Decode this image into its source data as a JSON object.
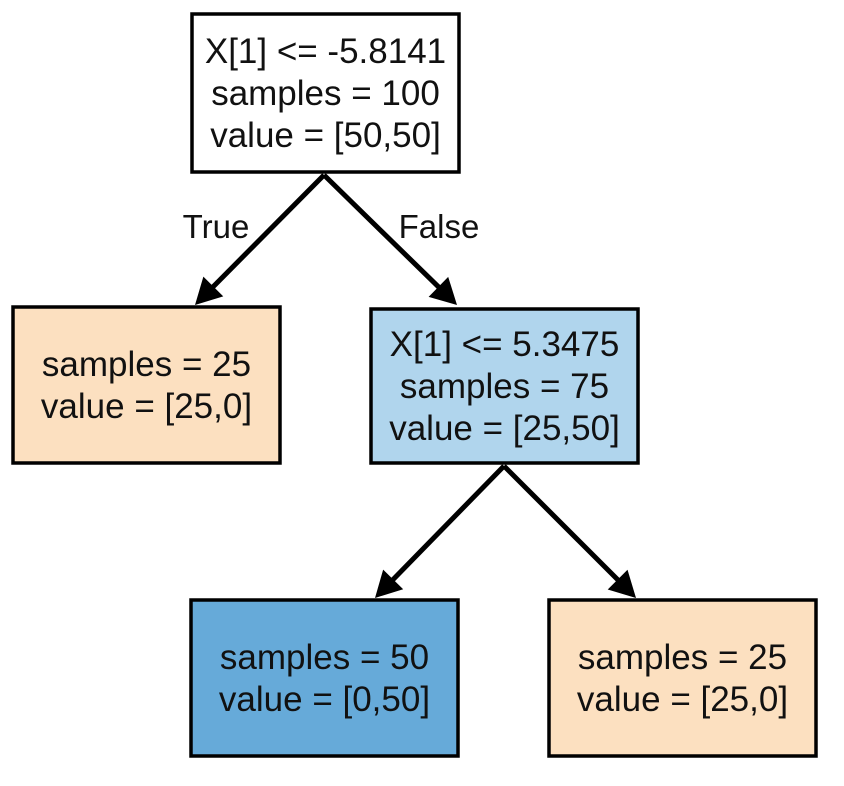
{
  "tree": {
    "nodes": [
      {
        "id": "root",
        "lines": [
          "X[1] <= -5.8141",
          "samples = 100",
          "value = [50,50]"
        ],
        "fill": "#ffffff"
      },
      {
        "id": "left-leaf",
        "lines": [
          "samples = 25",
          "value = [25,0]"
        ],
        "fill": "#fce0c0"
      },
      {
        "id": "right-split",
        "lines": [
          "X[1] <= 5.3475",
          "samples = 75",
          "value = [25,50]"
        ],
        "fill": "#b0d5ed"
      },
      {
        "id": "bottom-left-leaf",
        "lines": [
          "samples = 50",
          "value = [0,50]"
        ],
        "fill": "#66aad9"
      },
      {
        "id": "bottom-right-leaf",
        "lines": [
          "samples = 25",
          "value = [25,0]"
        ],
        "fill": "#fce0c0"
      }
    ],
    "edges": [
      {
        "from": "root",
        "to": "left-leaf",
        "label": "True"
      },
      {
        "from": "root",
        "to": "right-split",
        "label": "False"
      },
      {
        "from": "right-split",
        "to": "bottom-left-leaf",
        "label": ""
      },
      {
        "from": "right-split",
        "to": "bottom-right-leaf",
        "label": ""
      }
    ]
  }
}
